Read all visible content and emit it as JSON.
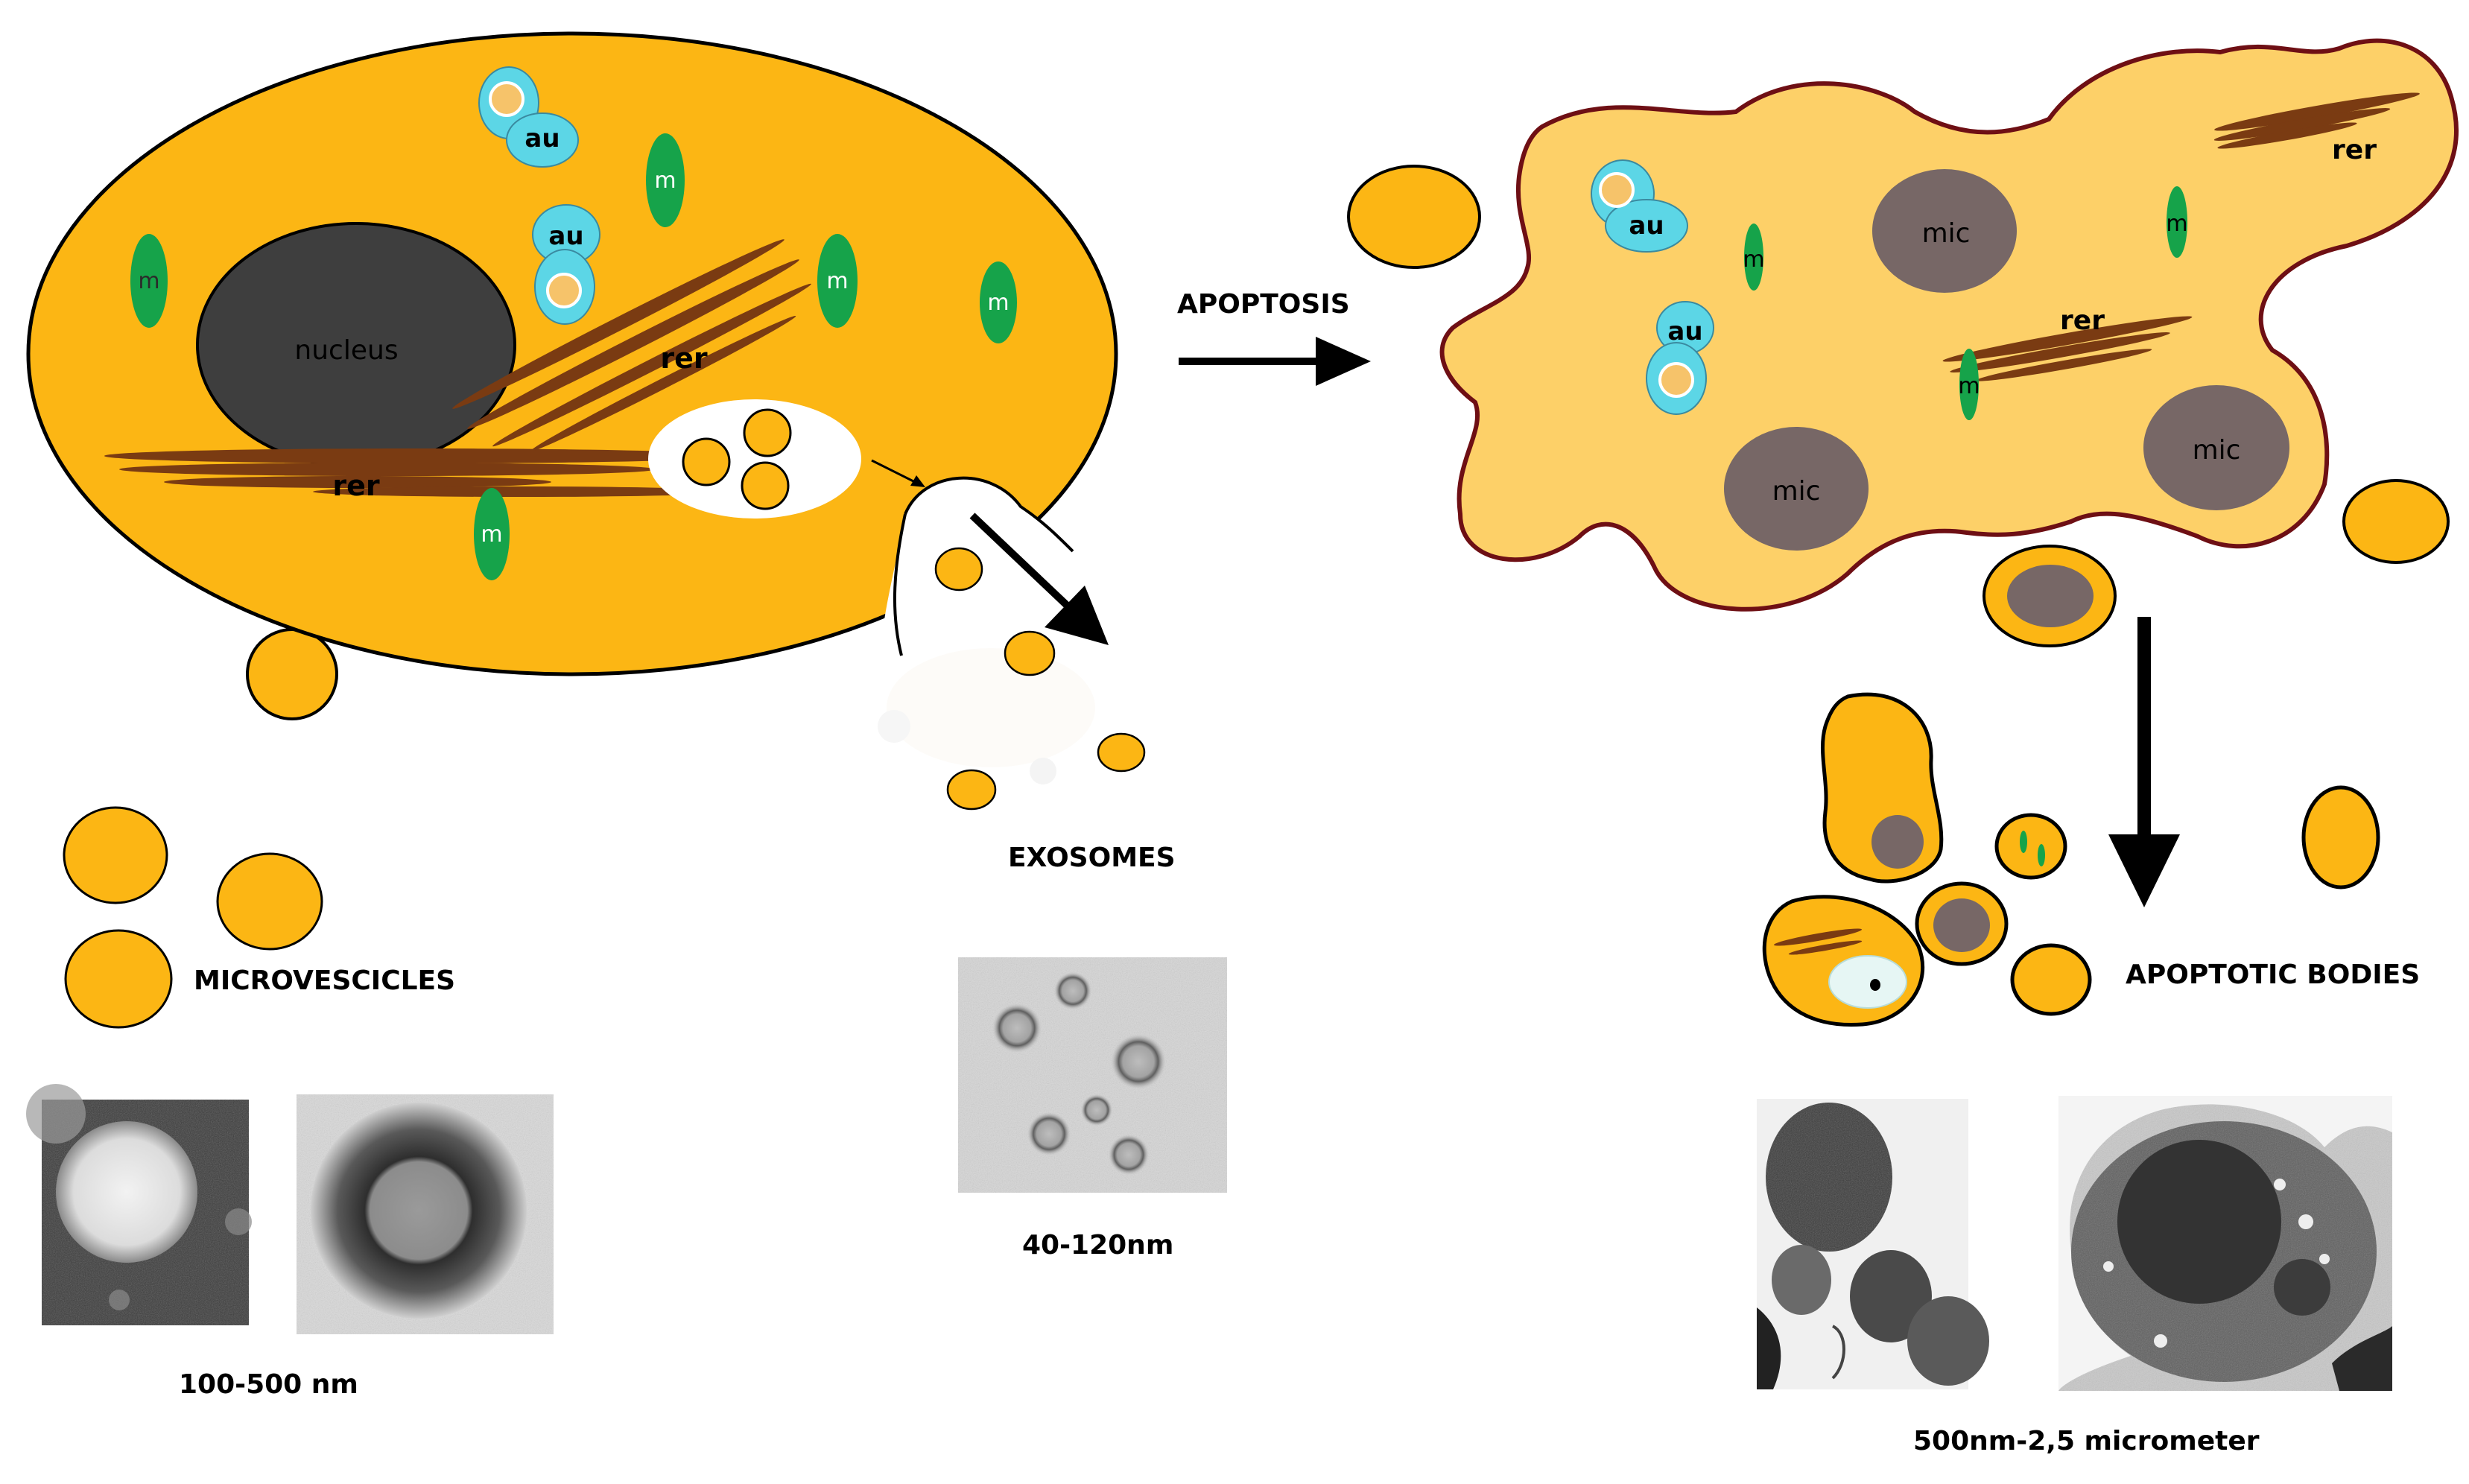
{
  "labels": {
    "nucleus": "nucleus",
    "au": "au",
    "m": "m",
    "rer": "rer",
    "mic": "mic",
    "apoptosis": "APOPTOSIS",
    "exosomes": "EXOSOMES",
    "microvescicles": "MICROVESCICLES",
    "apoptotic_bodies": "APOPTOTIC BODIES",
    "size_microvescicles": "100-500 nm",
    "size_exosomes": "40-120nm",
    "size_apoptotic": "500nm-2,5 micrometer"
  },
  "colors": {
    "cell_fill": "#FCB614",
    "apoptotic_fill": "#FDD068",
    "apoptotic_outline": "#6E0F14",
    "nucleus": "#3E3E3E",
    "mic": "#776766",
    "mito": "#16A34A",
    "au_outer": "#5CD6E6",
    "au_inner": "#F6C36A",
    "rer": "#7A3B12"
  }
}
